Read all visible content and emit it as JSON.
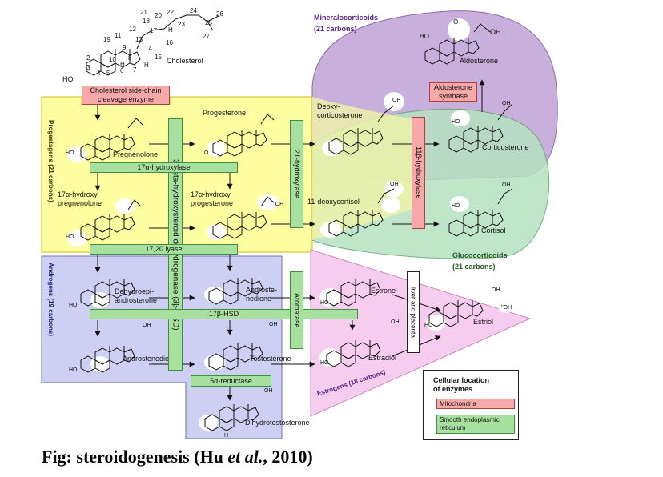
{
  "regions": {
    "mineralocorticoids": "Mineralocorticoids",
    "mineralocorticoids_carbons": "(21 carbons)",
    "glucocorticoids": "Glucocorticoids",
    "glucocorticoids_carbons": "(21 carbons)",
    "progestagens": "Progestagens (21 carbons)",
    "androgens": "Androgens (19 carbons)",
    "estrogens": "Estrogens (18 carbons)"
  },
  "compounds": {
    "cholesterol": "Cholesterol",
    "pregnenolone": "Pregnenolone",
    "progesterone": "Progesterone",
    "deoxycorticosterone_1": "Deoxy-",
    "deoxycorticosterone_2": "corticosterone",
    "corticosterone": "Corticosterone",
    "aldosterone": "Aldosterone",
    "hydroxypregnenolone_1": "17α-hydroxy",
    "hydroxypregnenolone_2": "pregnenolone",
    "hydroxyprogesterone_1": "17α-hydroxy",
    "hydroxyprogesterone_2": "progesterone",
    "deoxycortisol": "11-deoxycortisol",
    "cortisol": "Cortisol",
    "dhea_1": "Dehydroepi-",
    "dhea_2": "androsterone",
    "androstenedione_1": "Androste-",
    "androstenedione_2": "nedione",
    "estrone": "Estrone",
    "estriol": "Estriol",
    "androstenediol": "Androstenediol",
    "testosterone": "Testosterone",
    "estradiol": "Estradiol",
    "dht": "Dihydrotestosterone"
  },
  "enzymes": {
    "scc_1": "Cholesterol side-chain",
    "scc_2": "cleavage enzyme",
    "hsd3b": "3-beta-hydroxysteroid dehydrogenase (3β-HSD)",
    "hydroxylase17a": "17α-hydroxylase",
    "lyase": "17,20 lyase",
    "hydroxylase21": "21-hydroxylase",
    "hydroxylase11b": "11β-hydroxylase",
    "aldo_synthase_1": "Aldosterone",
    "aldo_synthase_2": "synthase",
    "hsd17b": "17β-HSD",
    "aromatase": "Aromatase",
    "reductase": "5α-reductase",
    "liver_placenta": "liver and placenta"
  },
  "atoms": {
    "ho": "HO",
    "oh": "OH",
    "o": "O",
    "h": "H",
    "ohh": "''OH"
  },
  "carbon_numbers": [
    "1",
    "2",
    "3",
    "4",
    "5",
    "6",
    "7",
    "8",
    "9",
    "10",
    "11",
    "12",
    "13",
    "14",
    "15",
    "16",
    "17",
    "18",
    "19",
    "20",
    "21",
    "22",
    "23",
    "24",
    "25",
    "26",
    "27"
  ],
  "legend": {
    "title_1": "Cellular location",
    "title_2": "of enzymes",
    "mitochondria": "Mitochondria",
    "ser_1": "Smooth endoplasmic",
    "ser_2": "reticulum"
  },
  "caption": {
    "prefix": "Fig: steroidogenesis (Hu ",
    "italic": "et al.",
    "suffix": ", 2010)"
  },
  "colors": {
    "progestagens_fill": "#ffff99",
    "androgens_fill": "#cdd0f2",
    "estrogens_fill": "#f6c8ee",
    "mineralocorticoids_fill": "#c9b0dc",
    "glucocorticoids_fill": "#b6e2c0",
    "mitochondria": "#f7a8a8",
    "smooth_er": "#a8e0a0"
  }
}
